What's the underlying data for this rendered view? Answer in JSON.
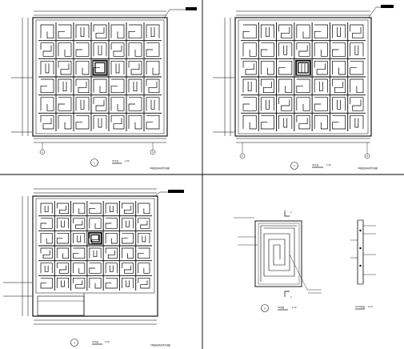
{
  "sheet": {
    "panels": [
      {
        "number": "1",
        "title_text": "XX平面",
        "scale_text": "1:XX",
        "caption_text": "XX楼层结构布置平面图"
      },
      {
        "number": "2",
        "title_text": "XX平面",
        "scale_text": "1:XX",
        "caption_text": "XX楼层结构布置平面图"
      },
      {
        "number": "3",
        "title_text": "XX平面",
        "scale_text": "1:XX",
        "caption_text": "XX楼层结构布置平面图"
      },
      {
        "number": "4",
        "title_text": "XX详图",
        "scale_text": "1:XX",
        "caption_text": ""
      }
    ],
    "section_title": "XX-XX剖面",
    "section_scale": "1:XX",
    "axis_labels": {
      "left_axis": "A",
      "right_axis": "B",
      "section_mark": "A"
    }
  }
}
